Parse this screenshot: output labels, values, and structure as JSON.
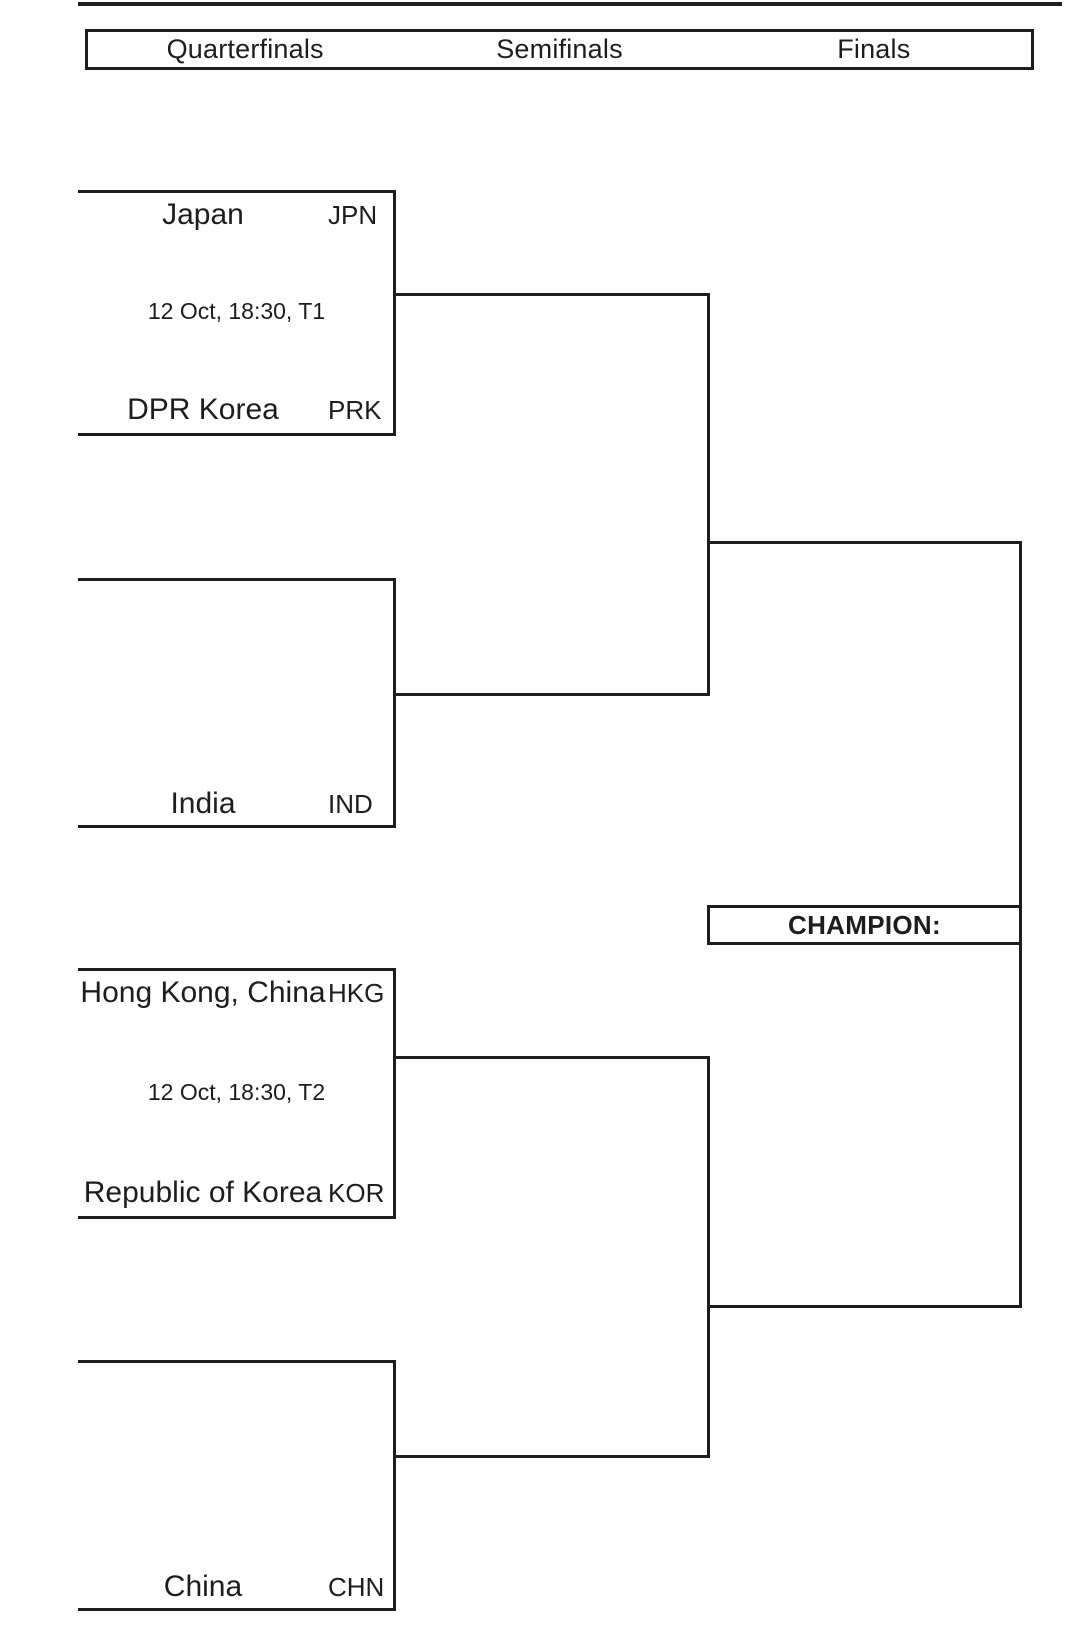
{
  "header": {
    "columns": [
      "Quarterfinals",
      "Semifinals",
      "Finals"
    ]
  },
  "bracket": {
    "quarterfinals": [
      {
        "team1": {
          "name": "Japan",
          "code": "JPN"
        },
        "team2": {
          "name": "DPR Korea",
          "code": "PRK"
        },
        "schedule": "12 Oct, 18:30, T1"
      },
      {
        "team1": {
          "name": "",
          "code": ""
        },
        "team2": {
          "name": "India",
          "code": "IND"
        },
        "schedule": ""
      },
      {
        "team1": {
          "name": "Hong Kong, China",
          "code": "HKG"
        },
        "team2": {
          "name": "Republic of Korea",
          "code": "KOR"
        },
        "schedule": "12 Oct, 18:30, T2"
      },
      {
        "team1": {
          "name": "",
          "code": ""
        },
        "team2": {
          "name": "China",
          "code": "CHN"
        },
        "schedule": ""
      }
    ],
    "champion_label": "CHAMPION:"
  },
  "colors": {
    "line": "#1d1d1d",
    "background": "#fefefe"
  }
}
